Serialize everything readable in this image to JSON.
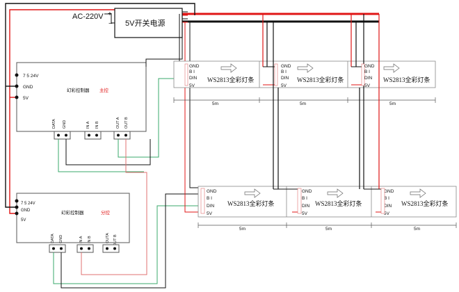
{
  "power": {
    "ac_label": "AC-220V",
    "plus": "+",
    "minus": "−",
    "psu_label": "5V开关电源"
  },
  "controllers": [
    {
      "title": "幻彩控制器",
      "role": "主控",
      "power_pins": [
        "7 5 24V",
        "GND",
        "5V"
      ],
      "ports": [
        "DATA",
        "GND",
        "IN A",
        "IN B",
        "OUT A",
        "OUT B"
      ]
    },
    {
      "title": "幻彩控制器",
      "role": "分控",
      "power_pins": [
        "7 5 24V",
        "GND",
        "5V"
      ],
      "ports": [
        "DATA",
        "GND",
        "IN A",
        "IN B",
        "OUTA",
        "OUT B"
      ]
    }
  ],
  "strips": {
    "label": "WS2813全彩灯条",
    "pins": [
      "GND",
      "B I",
      "DIN",
      "5V"
    ],
    "segment_length": "5m",
    "rows": [
      {
        "segments": [
          "5m",
          "5m",
          "5m"
        ]
      },
      {
        "segments": [
          "5m",
          "5m",
          "5m"
        ]
      }
    ]
  },
  "colors": {
    "positive_wire": "#e01515",
    "negative_wire": "#111111",
    "data_wire_green": "#3aa86b",
    "data_wire_pink": "#e07070",
    "role_text": "#e01515"
  }
}
